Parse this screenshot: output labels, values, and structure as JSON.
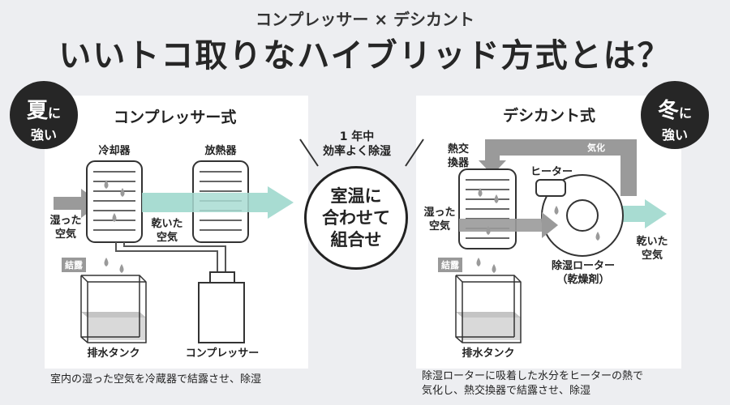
{
  "header": {
    "subtitle": "コンプレッサー × デシカント",
    "title": "いいトコ取りなハイブリッド方式とは？"
  },
  "left": {
    "badge": {
      "main": "夏",
      "suffix": "に",
      "line2": "強い"
    },
    "panel_title": "コンプレッサー式",
    "cooler": "冷却器",
    "radiator": "放熱器",
    "humid_air": [
      "湿った",
      "空気"
    ],
    "dry_air": [
      "乾いた",
      "空気"
    ],
    "condensation": "結露",
    "drain_tank": "排水タンク",
    "compressor": "コンプレッサー",
    "caption": "室内の湿った空気を冷蔵器で結露させ、除湿"
  },
  "center": {
    "note": [
      "1 年中",
      "効率よく除湿"
    ],
    "circle": [
      "室温に",
      "合わせて",
      "組合せ"
    ]
  },
  "right": {
    "badge": {
      "main": "冬",
      "suffix": "に",
      "line2": "強い"
    },
    "panel_title": "デシカント式",
    "heat_exchanger": [
      "熱交",
      "換器"
    ],
    "vaporize": "気化",
    "heater": "ヒーター",
    "humid_air": [
      "湿った",
      "空気"
    ],
    "dry_air": [
      "乾いた",
      "空気"
    ],
    "condensation": "結露",
    "rotor": [
      "除湿ローター",
      "（乾燥剤）"
    ],
    "drain_tank": "排水タンク",
    "caption": [
      "除湿ローターに吸着した水分をヒーターの熱で",
      "気化し、熱交換器で結露させ、除湿"
    ]
  },
  "colors": {
    "teal_arrow": "#a8dcd2",
    "gray_arrow": "#9a9a9a",
    "dark": "#262626"
  }
}
